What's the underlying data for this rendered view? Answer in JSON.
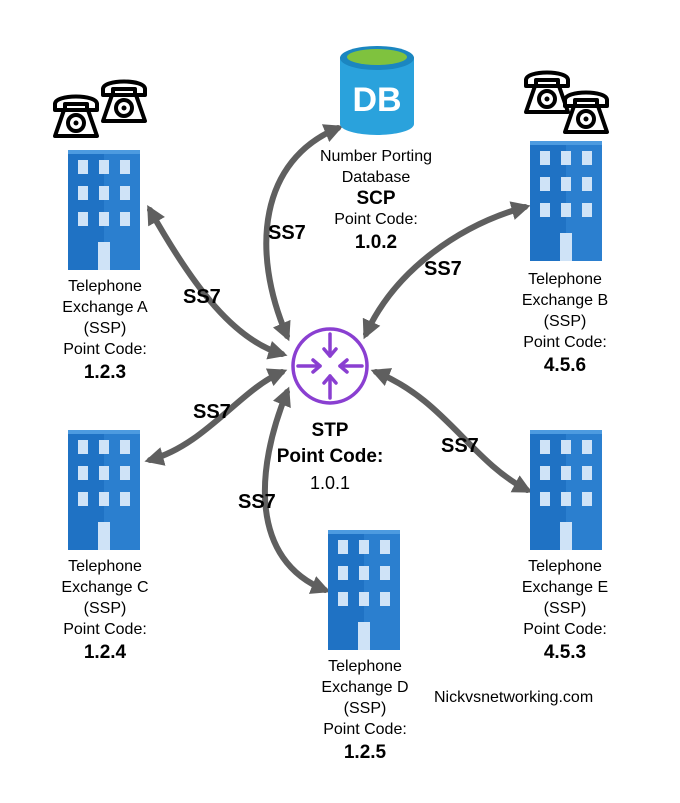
{
  "link_label": "SS7",
  "scp": {
    "icon_text": "DB",
    "name_line1": "Number Porting",
    "name_line2": "Database",
    "role": "SCP",
    "pc_label": "Point Code:",
    "pc": "1.0.2"
  },
  "stp": {
    "role": "STP",
    "pc_label": "Point Code:",
    "pc": "1.0.1"
  },
  "exchanges": {
    "a": {
      "line1": "Telephone",
      "line2": "Exchange A",
      "role": "(SSP)",
      "pc_label": "Point Code:",
      "pc": "1.2.3"
    },
    "b": {
      "line1": "Telephone",
      "line2": "Exchange B",
      "role": "(SSP)",
      "pc_label": "Point Code:",
      "pc": "4.5.6"
    },
    "c": {
      "line1": "Telephone",
      "line2": "Exchange C",
      "role": "(SSP)",
      "pc_label": "Point Code:",
      "pc": "1.2.4"
    },
    "d": {
      "line1": "Telephone",
      "line2": "Exchange D",
      "role": "(SSP)",
      "pc_label": "Point Code:",
      "pc": "1.2.5"
    },
    "e": {
      "line1": "Telephone",
      "line2": "Exchange E",
      "role": "(SSP)",
      "pc_label": "Point Code:",
      "pc": "4.5.3"
    }
  },
  "credit": "Nickvsnetworking.com",
  "colors": {
    "building": "#1f72c4",
    "building_light": "#4d9be0",
    "window": "#cfe3f7",
    "router": "#8a3fd1",
    "db": "#2aa2dc",
    "db_top": "#7fc23e",
    "arrow": "#5f5f5f"
  },
  "icons": [
    "telephone-icon",
    "building-icon",
    "database-icon",
    "router-icon"
  ]
}
